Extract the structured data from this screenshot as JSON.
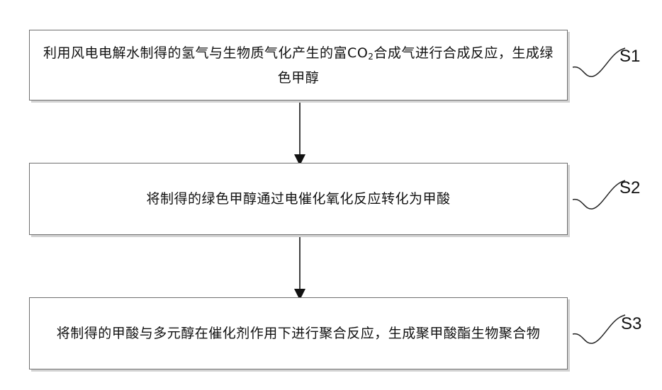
{
  "steps": [
    {
      "label": "S1",
      "text_before_sub": "利用风电电解水制得的氢气与生物质气化产生的富CO",
      "text_sub": "2",
      "text_after_sub": "合成气进行合成反应，生成绿色甲醇"
    },
    {
      "label": "S2",
      "text": "将制得的绿色甲醇通过电催化氧化反应转化为甲酸"
    },
    {
      "label": "S3",
      "text": "将制得的甲酸与多元醇在催化剂作用下进行聚合反应，生成聚甲酸酯生物聚合物"
    }
  ]
}
